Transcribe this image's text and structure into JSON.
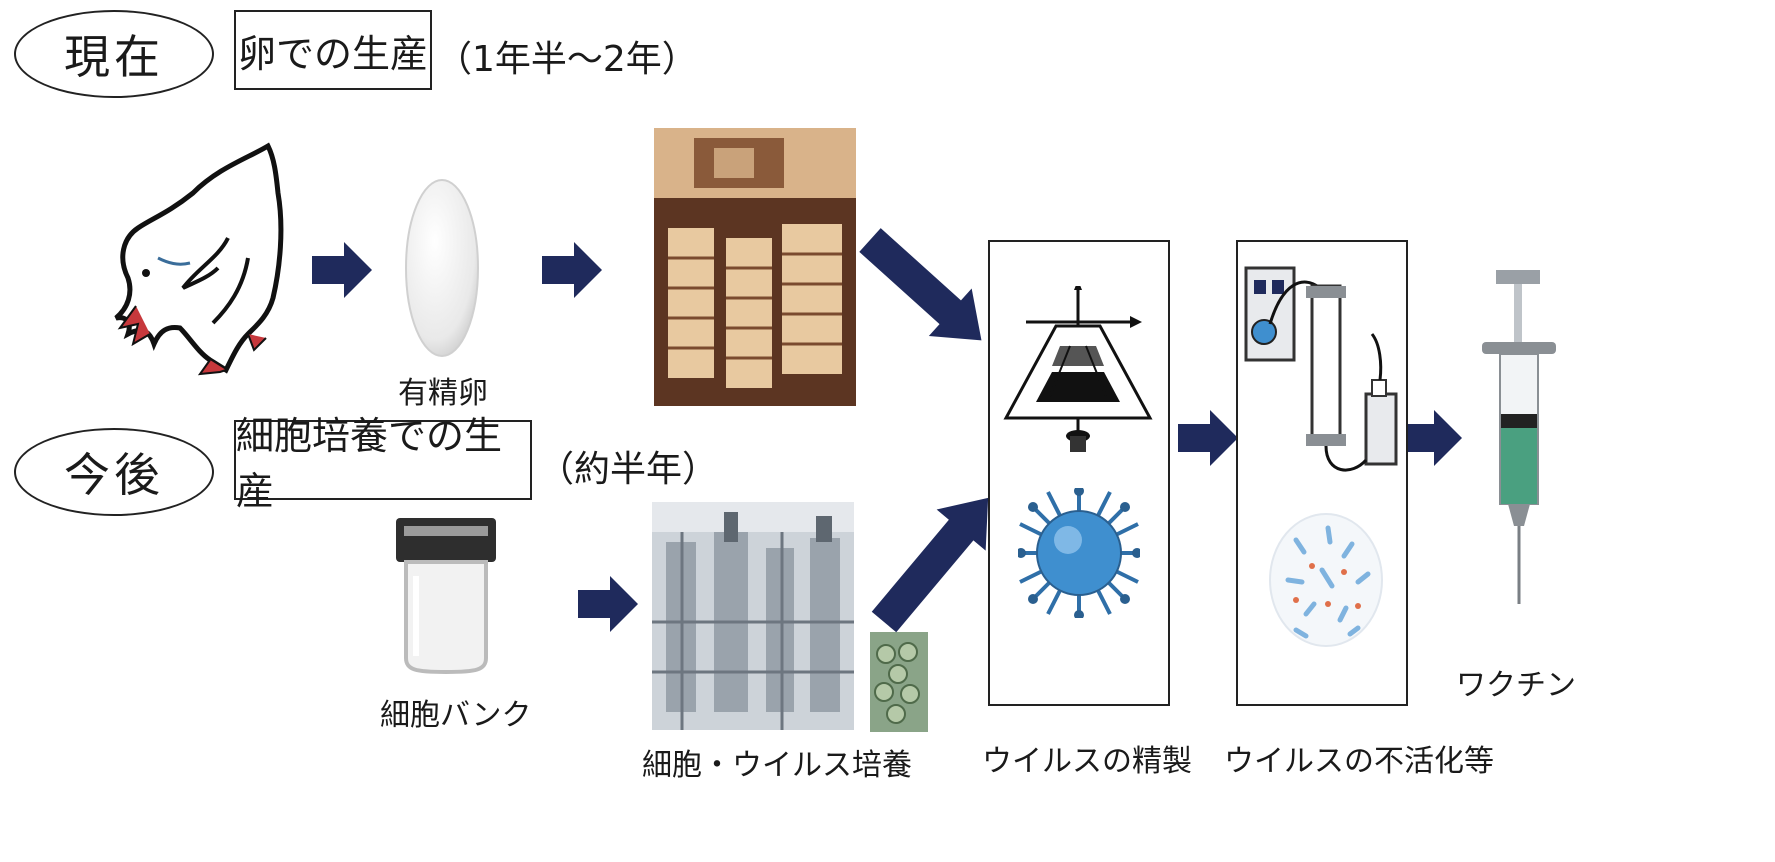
{
  "rows": {
    "current": {
      "era_label": "現在",
      "method_label": "卵での生産",
      "duration": "（1年半～2年）"
    },
    "future": {
      "era_label": "今後",
      "method_label": "細胞培養での生産",
      "duration": "（約半年）"
    }
  },
  "captions": {
    "egg": "有精卵",
    "cell_bank": "細胞バンク",
    "cell_virus_culture": "細胞・ウイルス培養",
    "virus_purification": "ウイルスの精製",
    "virus_inactivation": "ウイルスの不活化等",
    "vaccine": "ワクチン"
  },
  "colors": {
    "arrow": "#1f2a5c",
    "virus_blue": "#3f8fcf",
    "outline": "#222222"
  },
  "icons": [
    "chicken-icon",
    "egg-icon",
    "egg-incubator-photo",
    "cell-bank-jar-icon",
    "culture-facility-photo",
    "cell-micrograph",
    "centrifuge-flask-icon",
    "virus-particle-icon",
    "chromatography-apparatus-icon",
    "inactivated-virus-icon",
    "syringe-icon"
  ]
}
